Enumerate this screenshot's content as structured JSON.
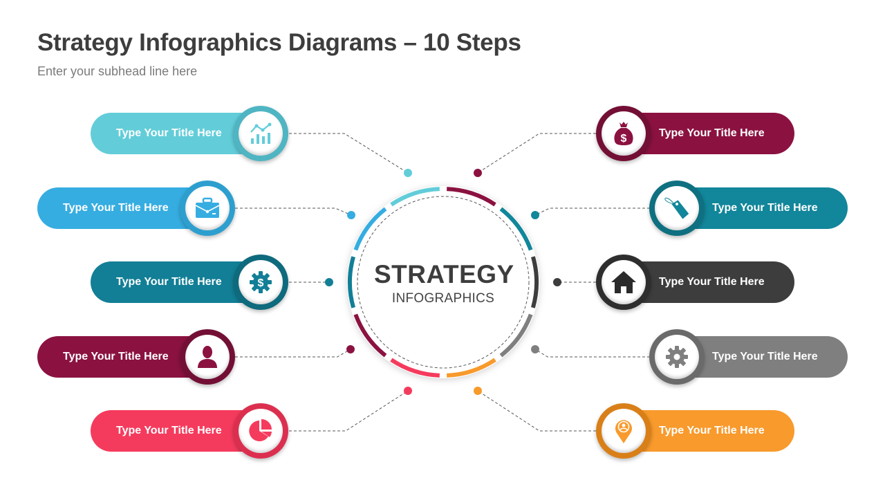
{
  "header": {
    "title": "Strategy Infographics Diagrams – 10 Steps",
    "subtitle": "Enter your subhead line here"
  },
  "center": {
    "title": "STRATEGY",
    "subtitle": "INFOGRAPHICS"
  },
  "steps": [
    {
      "side": "left",
      "label": "Type Your Title Here",
      "icon": "chart-growth-icon",
      "color": "#62cdd9"
    },
    {
      "side": "left",
      "label": "Type Your Title Here",
      "icon": "briefcase-icon",
      "color": "#36ade1"
    },
    {
      "side": "left",
      "label": "Type Your Title Here",
      "icon": "gear-dollar-icon",
      "color": "#127f96"
    },
    {
      "side": "left",
      "label": "Type Your Title Here",
      "icon": "user-icon",
      "color": "#8b1240"
    },
    {
      "side": "left",
      "label": "Type Your Title Here",
      "icon": "pie-chart-icon",
      "color": "#f53b5d"
    },
    {
      "side": "right",
      "label": "Type Your Title Here",
      "icon": "money-bag-icon",
      "color": "#8b1240"
    },
    {
      "side": "right",
      "label": "Type Your Title Here",
      "icon": "price-tag-icon",
      "color": "#12869a"
    },
    {
      "side": "right",
      "label": "Type Your Title Here",
      "icon": "home-icon",
      "color": "#3d3d3d"
    },
    {
      "side": "right",
      "label": "Type Your Title Here",
      "icon": "gear-icon",
      "color": "#7f7f7f"
    },
    {
      "side": "right",
      "label": "Type Your Title Here",
      "icon": "location-pin-icon",
      "color": "#f89a2c"
    }
  ]
}
